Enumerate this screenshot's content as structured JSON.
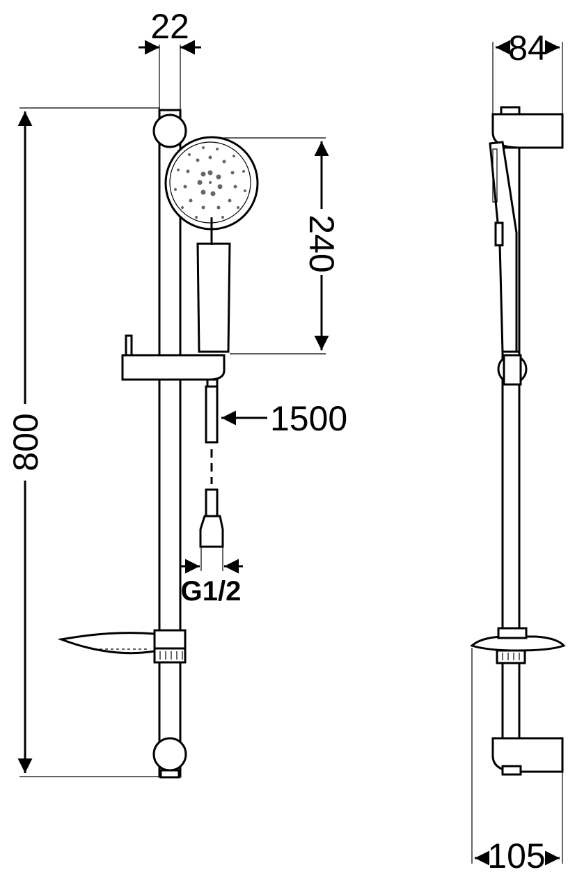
{
  "dimensions": {
    "rail_diameter": "22",
    "depth": "84",
    "head_height": "240",
    "hose_length": "1500",
    "thread": "G1/2",
    "total_height": "800",
    "bracket_depth": "105"
  }
}
